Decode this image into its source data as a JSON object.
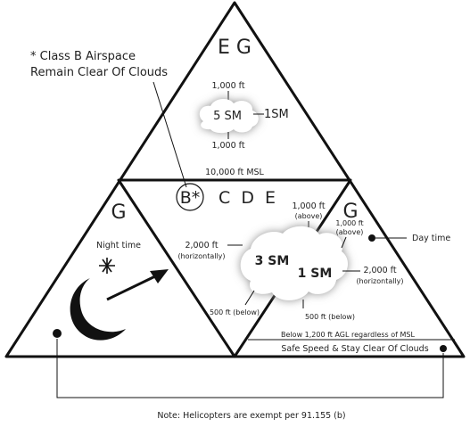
{
  "class_b_note": {
    "line1": "* Class B Airspace",
    "line2": "Remain Clear Of Clouds"
  },
  "top_section": {
    "classes": "E G",
    "above": "1,000 ft",
    "cloud_label": "5 SM",
    "side": "1SM",
    "below": "1,000 ft",
    "altitude": "10,000 ft MSL"
  },
  "middle_section": {
    "class_b": "B*",
    "classes": "C  D  E",
    "above_val": "1,000 ft",
    "above_note": "(above)",
    "horiz_val": "2,000 ft",
    "horiz_note": "(horizontally)",
    "cloud_label": "3 SM",
    "below": "500 ft (below)"
  },
  "left_section": {
    "class": "G",
    "caption": "Night time"
  },
  "right_section": {
    "class": "G",
    "above_val": "1,000 ft",
    "above_note": "(above)",
    "caption": "Day time",
    "cloud_label": "1 SM",
    "horiz_val": "2,000 ft",
    "horiz_note": "(horizontally)",
    "below": "500 ft (below)",
    "agl_note": "Below 1,200 ft AGL regardless of MSL",
    "safe_speed": "Safe Speed & Stay Clear Of Clouds"
  },
  "footer_note": "Note: Helicopters are exempt per 91.155 (b)",
  "colors": {
    "line": "#111111",
    "cloud_fill": "#ffffff",
    "cloud_shadow": "#8a8a8a"
  },
  "icons": {
    "moon": "crescent-moon-icon",
    "star": "star-icon",
    "arrow": "arrow-icon",
    "sun_dot": "dot-icon"
  }
}
